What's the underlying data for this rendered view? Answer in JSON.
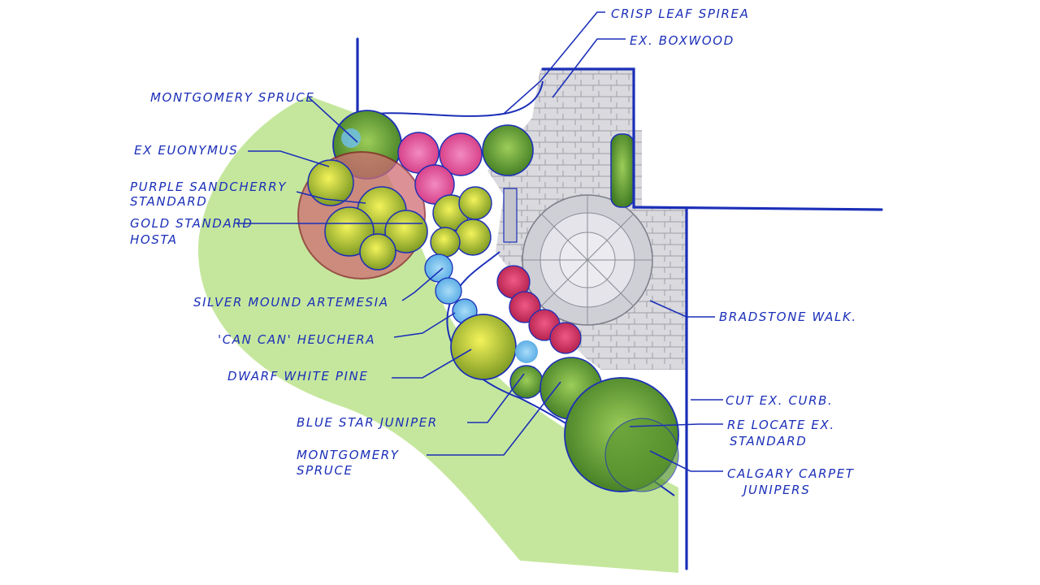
{
  "labels": {
    "crisp_leaf_spirea": "CRISP LEAF SPIREA",
    "ex_boxwood": "EX. BOXWOOD",
    "montgomery_spruce_top": "MONTGOMERY SPRUCE",
    "ex_euonymus": "EX EUONYMUS",
    "purple_sandcherry_1": "PURPLE SANDCHERRY",
    "purple_sandcherry_2": "STANDARD",
    "gold_standard_1": "GOLD STANDARD",
    "gold_standard_2": "HOSTA",
    "silver_mound": "SILVER MOUND ARTEMESIA",
    "can_can": "'CAN CAN' HEUCHERA",
    "dwarf_white_pine": "DWARF WHITE PINE",
    "blue_star": "BLUE STAR JUNIPER",
    "montgomery_spruce_bottom_1": "MONTGOMERY",
    "montgomery_spruce_bottom_2": "SPRUCE",
    "bradstone_walk": "BRADSTONE WALK.",
    "cut_ex_curb": "CUT EX. CURB.",
    "relocate_1": "RE LOCATE EX.",
    "relocate_2": "STANDARD",
    "calgary_1": "CALGARY CARPET",
    "calgary_2": "JUNIPERS"
  },
  "colors": {
    "ink": "#1b2fb8",
    "lawn": "#b9e08a",
    "paving": "#d9d9de",
    "spruce": "#4f8a2a",
    "gold": "#d8d83a",
    "pink": "#e0539a",
    "red": "#c42a5a",
    "blue": "#5aaee8",
    "sandcherry": "#c8505a"
  }
}
